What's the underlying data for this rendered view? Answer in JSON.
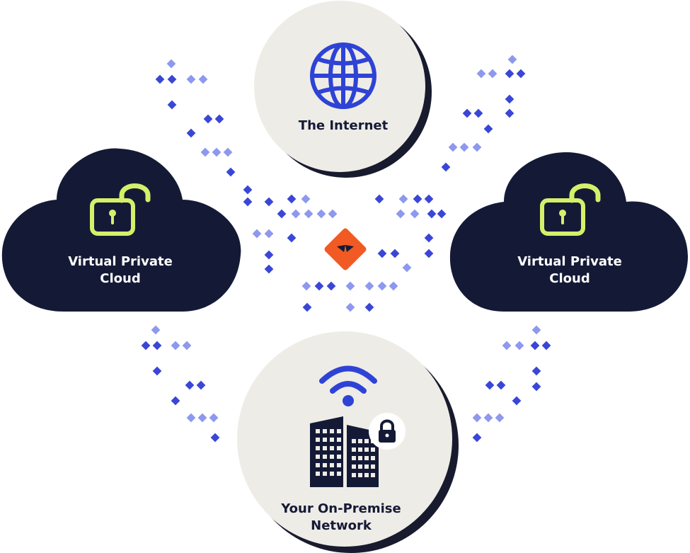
{
  "nodes": {
    "internet": {
      "label": "The Internet"
    },
    "vpc_left": {
      "line1": "Virtual Private",
      "line2": "Cloud"
    },
    "vpc_right": {
      "line1": "Virtual Private",
      "line2": "Cloud"
    },
    "onprem": {
      "line1": "Your On-Premise",
      "line2": "Network"
    }
  },
  "icons": {
    "internet": "globe-icon",
    "vpc": "unlocked-padlock-icon",
    "onprem": [
      "wifi-icon",
      "office-building-icon",
      "padlock-badge-icon"
    ],
    "center": "threat-diamond-icon"
  },
  "colors": {
    "navy": "#141a36",
    "circle_fill": "#eeece6",
    "shadow": "#181b2e",
    "accent_blue": "#2e43d6",
    "lock_green": "#d4f06a",
    "threat_orange": "#f15a22",
    "dot_blue": "#3a46d6",
    "dot_light": "#8d98ee"
  }
}
